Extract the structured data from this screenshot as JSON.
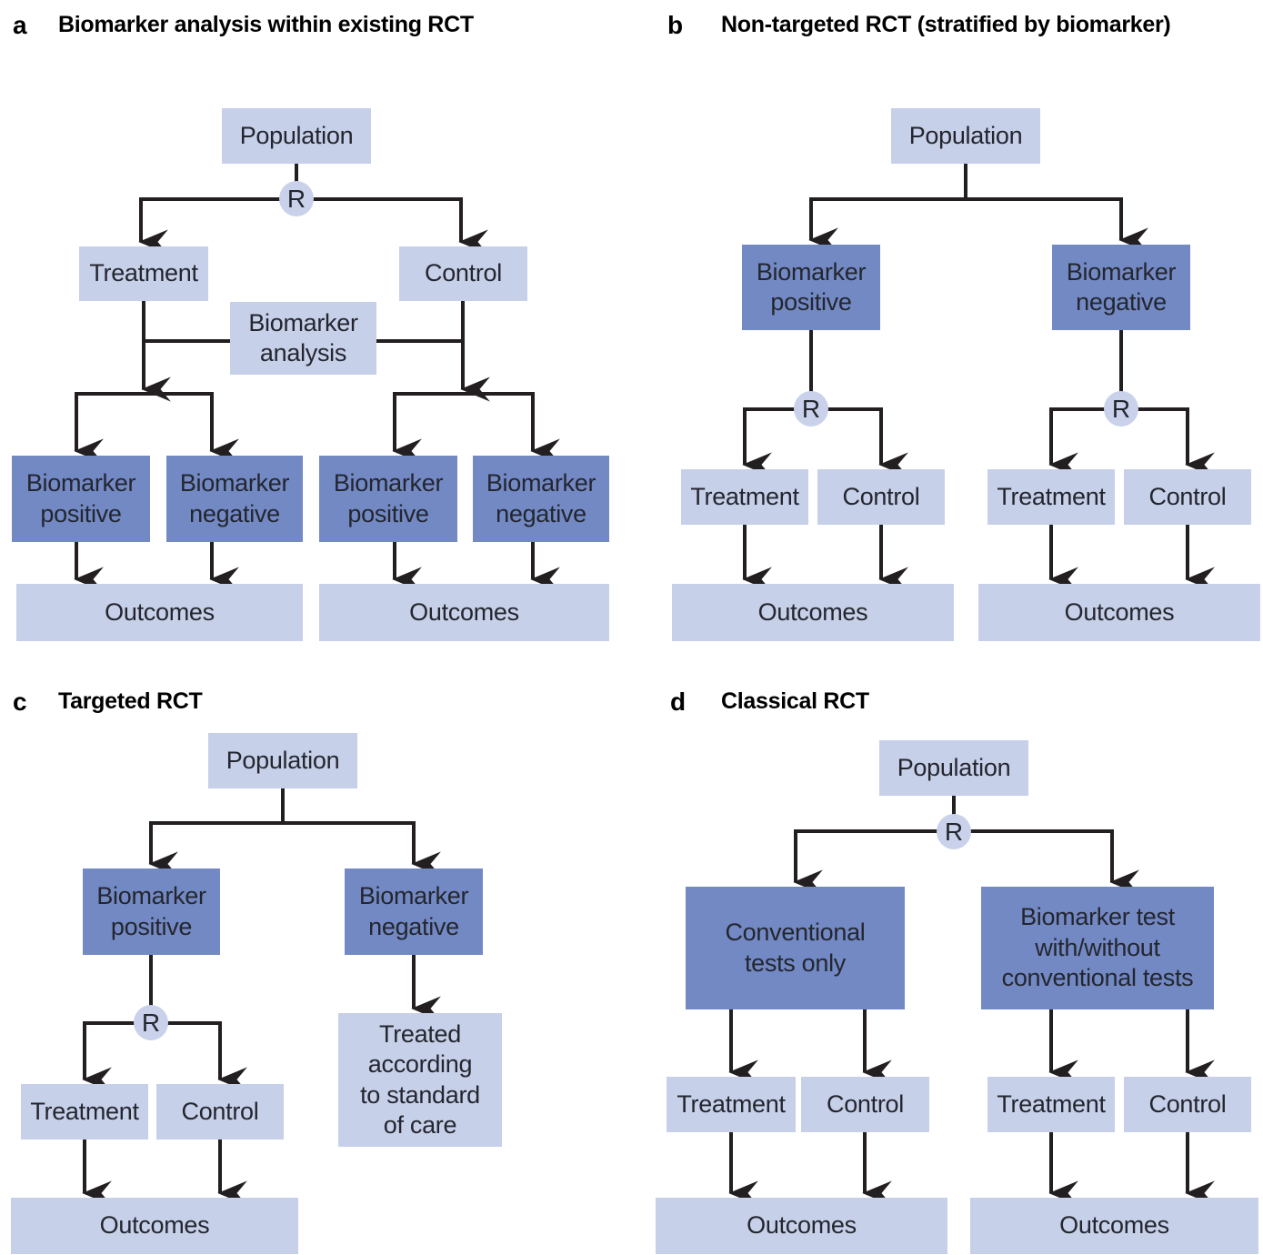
{
  "colors": {
    "box_light": "#c7d0e9",
    "box_dark": "#7289c4",
    "r_badge": "#c9d2ea",
    "line": "#231f20",
    "text": "#24262f",
    "title": "#000000"
  },
  "panels": {
    "a": {
      "label": "a",
      "title": "Biomarker analysis within existing RCT",
      "nodes": {
        "population": "Population",
        "randomize": "R",
        "treatment": "Treatment",
        "control": "Control",
        "biomarker_analysis": "Biomarker\nanalysis",
        "biomarker_positive": "Biomarker\npositive",
        "biomarker_negative": "Biomarker\nnegative",
        "outcomes": "Outcomes"
      }
    },
    "b": {
      "label": "b",
      "title": "Non-targeted RCT (stratified by biomarker)",
      "nodes": {
        "population": "Population",
        "randomize": "R",
        "biomarker_positive": "Biomarker\npositive",
        "biomarker_negative": "Biomarker\nnegative",
        "treatment": "Treatment",
        "control": "Control",
        "outcomes": "Outcomes"
      }
    },
    "c": {
      "label": "c",
      "title": "Targeted RCT",
      "nodes": {
        "population": "Population",
        "randomize": "R",
        "biomarker_positive": "Biomarker\npositive",
        "biomarker_negative": "Biomarker\nnegative",
        "treatment": "Treatment",
        "control": "Control",
        "outcomes": "Outcomes",
        "standard_of_care": "Treated\naccording\nto standard\nof care"
      }
    },
    "d": {
      "label": "d",
      "title": "Classical RCT",
      "nodes": {
        "population": "Population",
        "randomize": "R",
        "conventional_tests": "Conventional\ntests only",
        "biomarker_test": "Biomarker test\nwith/without\nconventional tests",
        "treatment": "Treatment",
        "control": "Control",
        "outcomes": "Outcomes"
      }
    }
  }
}
